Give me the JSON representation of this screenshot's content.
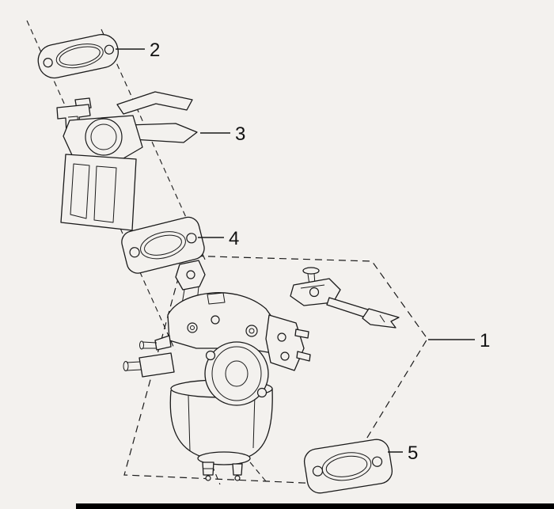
{
  "colors": {
    "background": "#f3f1ee",
    "line": "#1a1a1a",
    "footer_bar": "#000000"
  },
  "callouts": [
    {
      "label": "1"
    },
    {
      "label": "2"
    },
    {
      "label": "3"
    },
    {
      "label": "4"
    },
    {
      "label": "5"
    }
  ]
}
